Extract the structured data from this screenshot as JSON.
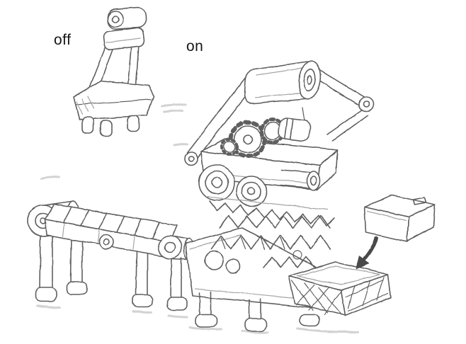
{
  "canvas": {
    "background_color": "#ffffff"
  },
  "labels": {
    "off": "off",
    "on": "on"
  },
  "sketch": {
    "ink_color": "#5f5f5f",
    "light_ink_color": "#a5a5a5",
    "shade_color": "#cccccc",
    "arrow_color": "#4a4a4a",
    "label_color": "#161616",
    "parts": [
      {
        "name": "machine-off-sketch",
        "caption": "off"
      },
      {
        "name": "machine-on-sketch",
        "caption": "on"
      },
      {
        "name": "conveyor-belt-sketch"
      },
      {
        "name": "output-basket-sketch"
      },
      {
        "name": "material-box-sketch"
      },
      {
        "name": "arrow-annotation"
      }
    ]
  }
}
